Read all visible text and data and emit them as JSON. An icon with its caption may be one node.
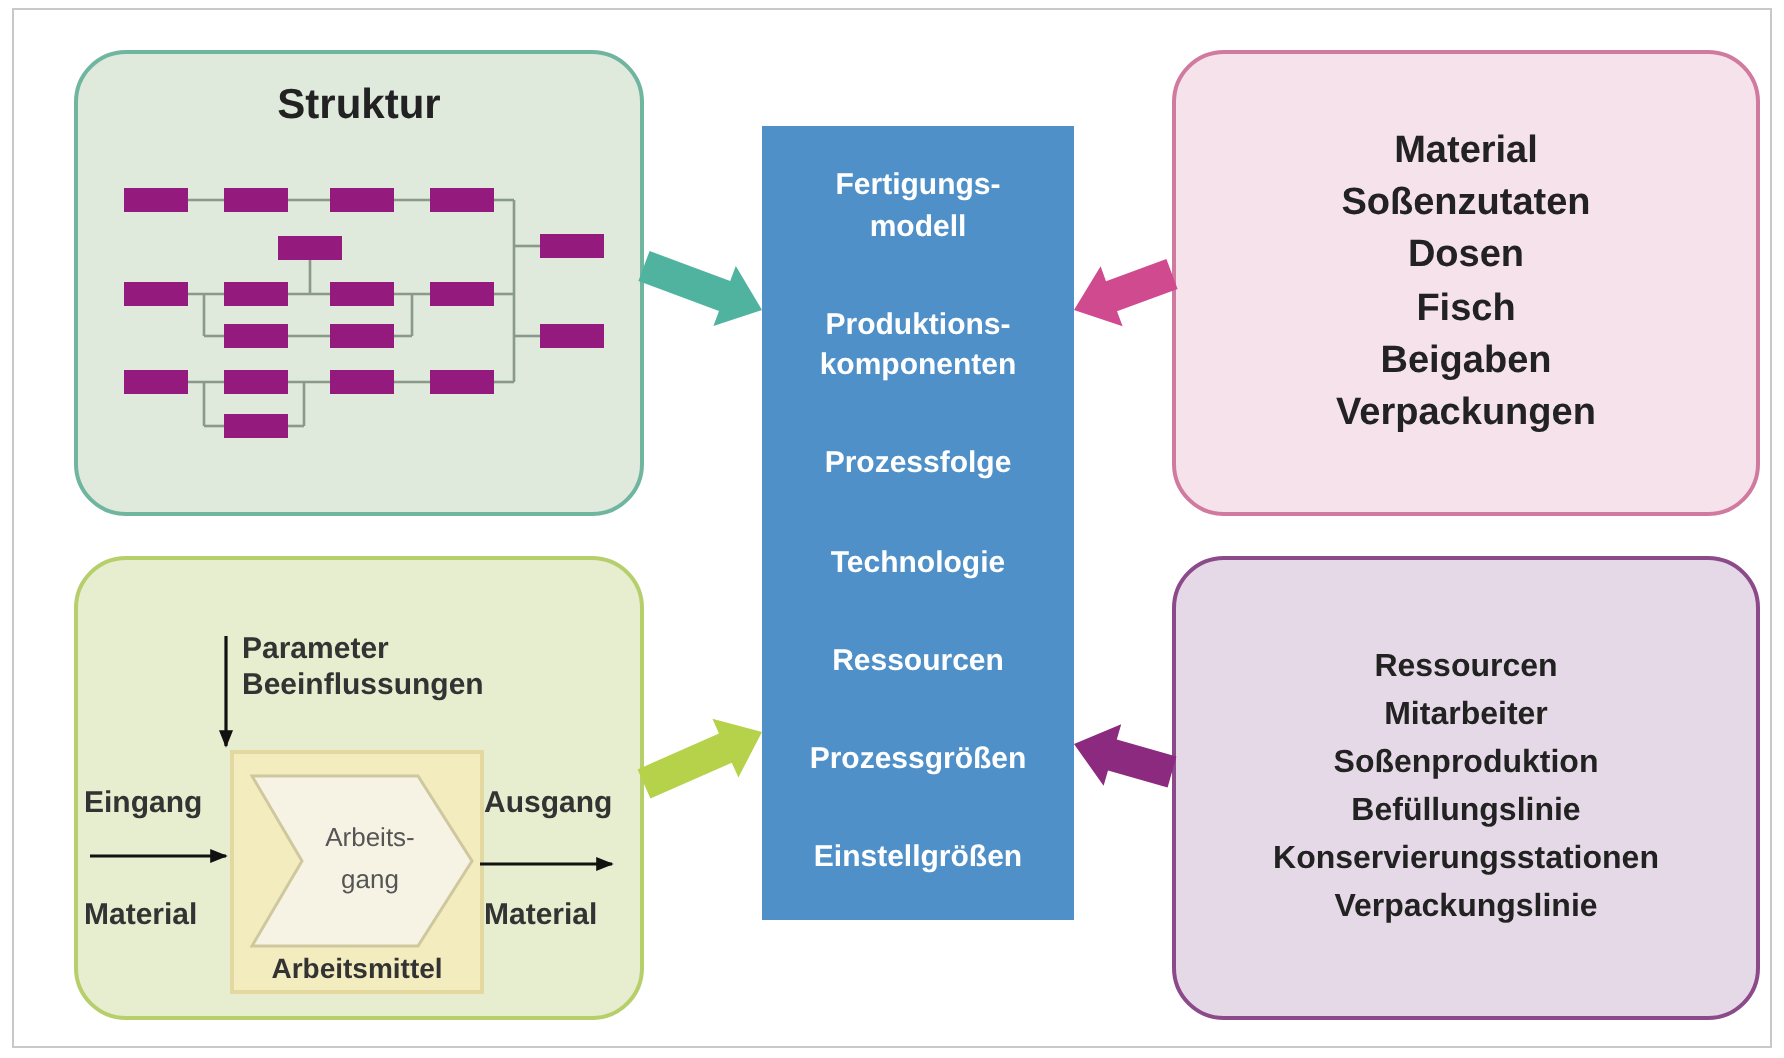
{
  "diagram": {
    "nodes": [
      {
        "text": [
          "Struktur"
        ]
      },
      {
        "text": [
          "Fertigungs- modell",
          "Produktions- komponenten",
          "Prozessfolge",
          "Technologie",
          "Ressourcen",
          "Prozessgrößen",
          "Einstellgrößen"
        ]
      },
      {
        "text": [
          "Material",
          "Soßenzutaten",
          "Dosen",
          "Fisch",
          "Beigaben",
          "Verpackungen"
        ]
      },
      {
        "text": [],
        "shape": "box"
      },
      {
        "text": [
          "Arbeitsmittel"
        ],
        "in": 3
      },
      {
        "text": [
          "Arbeits- gang"
        ],
        "in": 4
      },
      {
        "text": [
          "Ressourcen",
          "Mitarbeiter",
          "Soßenproduktion",
          "Befüllungslinie",
          "Konservierungsstationen",
          "Verpackungslinie"
        ]
      }
    ],
    "edges": [
      {
        "from": 0,
        "to": 1,
        "arrow": "to",
        "style": "thick",
        "color": "#4fb3a0"
      },
      {
        "from": 2,
        "to": 1,
        "arrow": "to",
        "style": "thick",
        "color": "#cf4a8e"
      },
      {
        "from": 3,
        "to": 1,
        "arrow": "to",
        "style": "thick",
        "color": "#b5d24a"
      },
      {
        "from": 6,
        "to": 1,
        "arrow": "to",
        "style": "thick",
        "color": "#8b2a7e"
      },
      {
        "from": null,
        "to": 4,
        "arrow": "to"
      },
      {
        "from": null,
        "to": 4,
        "arrow": "to"
      },
      {
        "from": 4,
        "to": null,
        "arrow": "to"
      }
    ],
    "labels": [
      "Parameter Beeinflussungen",
      "Eingang",
      "Material",
      "Ausgang",
      "Material"
    ]
  }
}
